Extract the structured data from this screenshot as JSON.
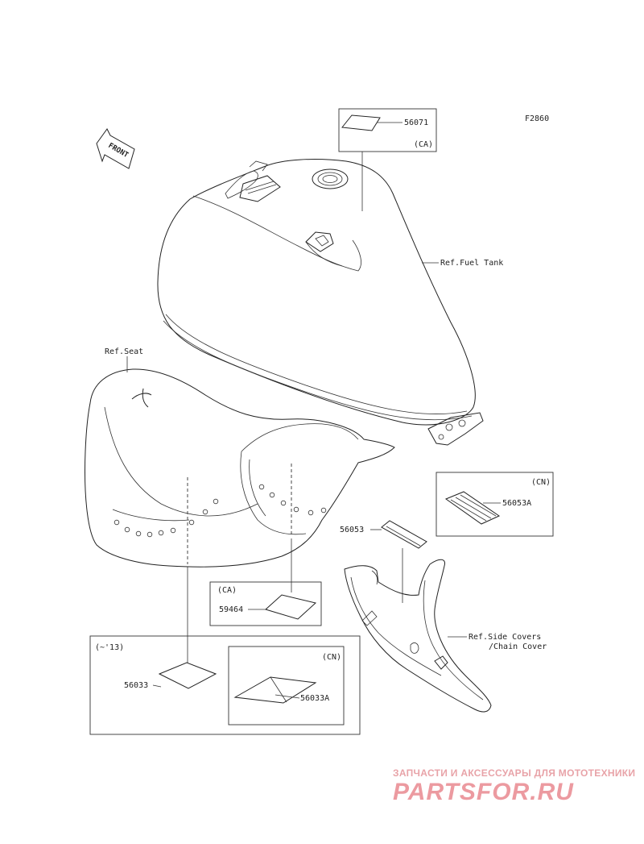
{
  "figure_code": "F2860",
  "front_label": "FRONT",
  "refs": {
    "fuel_tank": "Ref.Fuel Tank",
    "seat": "Ref.Seat",
    "side_covers_line1": "Ref.Side Covers",
    "side_covers_line2": "/Chain Cover"
  },
  "parts": {
    "p56071": "56071",
    "p56053": "56053",
    "p56053A": "56053A",
    "p59464": "59464",
    "p56033": "56033",
    "p56033A": "56033A"
  },
  "variants": {
    "ca_top": "(CA)",
    "ca_seat": "(CA)",
    "cn_side": "(CN)",
    "cn_seat": "(CN)",
    "year_13": "(~'13)"
  },
  "watermark": {
    "tagline": "ЗАПЧАСТИ И АКСЕССУАРЫ ДЛЯ МОТОТЕХНИКИ",
    "logo": "PARTSFOR.RU"
  }
}
